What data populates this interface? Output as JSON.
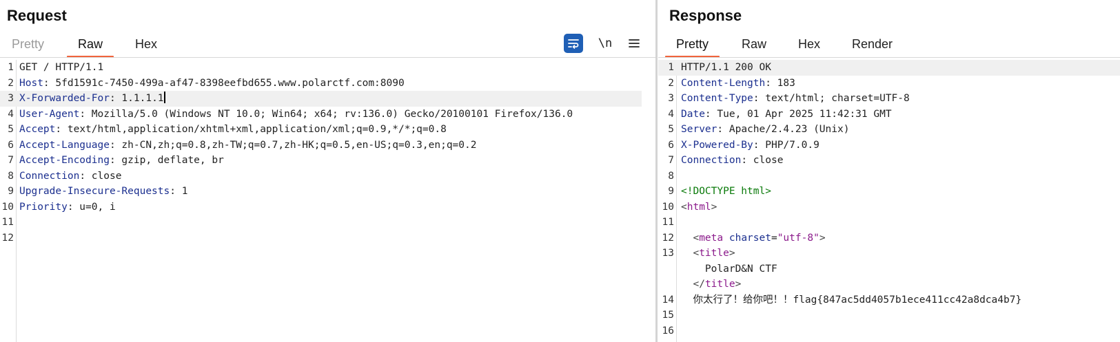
{
  "request": {
    "title": "Request",
    "tabs": [
      {
        "label": "Pretty",
        "state": "dim"
      },
      {
        "label": "Raw",
        "state": "active"
      },
      {
        "label": "Hex",
        "state": "normal"
      }
    ],
    "tools": {
      "newline_label": "\\n"
    },
    "lines": [
      {
        "n": "1",
        "text": "GET / HTTP/1.1"
      },
      {
        "n": "2",
        "name": "Host",
        "value": " 5fd1591c-7450-499a-af47-8398eefbd655.www.polarctf.com:8090"
      },
      {
        "n": "3",
        "name": "X-Forwarded-For",
        "value": " 1.1.1.1"
      },
      {
        "n": "4",
        "name": "User-Agent",
        "value": " Mozilla/5.0 (Windows NT 10.0; Win64; x64; rv:136.0) Gecko/20100101 Firefox/136.0"
      },
      {
        "n": "5",
        "name": "Accept",
        "value": " text/html,application/xhtml+xml,application/xml;q=0.9,*/*;q=0.8"
      },
      {
        "n": "6",
        "name": "Accept-Language",
        "value": " zh-CN,zh;q=0.8,zh-TW;q=0.7,zh-HK;q=0.5,en-US;q=0.3,en;q=0.2"
      },
      {
        "n": "7",
        "name": "Accept-Encoding",
        "value": " gzip, deflate, br"
      },
      {
        "n": "8",
        "name": "Connection",
        "value": " close"
      },
      {
        "n": "9",
        "name": "Upgrade-Insecure-Requests",
        "value": " 1"
      },
      {
        "n": "10",
        "name": "Priority",
        "value": " u=0, i"
      },
      {
        "n": "11",
        "text": ""
      },
      {
        "n": "12",
        "text": ""
      }
    ]
  },
  "response": {
    "title": "Response",
    "tabs": [
      {
        "label": "Pretty",
        "state": "active"
      },
      {
        "label": "Raw",
        "state": "normal"
      },
      {
        "label": "Hex",
        "state": "normal"
      },
      {
        "label": "Render",
        "state": "normal"
      }
    ],
    "lines": [
      {
        "n": "1",
        "text": "HTTP/1.1 200 OK"
      },
      {
        "n": "2",
        "name": "Content-Length",
        "value": " 183"
      },
      {
        "n": "3",
        "name": "Content-Type",
        "value": " text/html; charset=UTF-8"
      },
      {
        "n": "4",
        "name": "Date",
        "value": " Tue, 01 Apr 2025 11:42:31 GMT"
      },
      {
        "n": "5",
        "name": "Server",
        "value": " Apache/2.4.23 (Unix)"
      },
      {
        "n": "6",
        "name": "X-Powered-By",
        "value": " PHP/7.0.9"
      },
      {
        "n": "7",
        "name": "Connection",
        "value": " close"
      },
      {
        "n": "8",
        "text": ""
      },
      {
        "n": "9",
        "doctype": "<!DOCTYPE html>"
      },
      {
        "n": "10",
        "tag": "html"
      },
      {
        "n": "11",
        "text": ""
      },
      {
        "n": "12",
        "indent": "  ",
        "tag": "meta",
        "attr": "charset",
        "attrval": "\"utf-8\""
      },
      {
        "n": "13",
        "indent": "  ",
        "tag": "title"
      },
      {
        "n": "",
        "text": "    PolarD&N CTF"
      },
      {
        "n": "",
        "indent": "  ",
        "closetag": "title"
      },
      {
        "n": "14",
        "text": "  你太行了！给你吧！！flag{847ac5dd4057b1ece411cc42a8dca4b7}"
      },
      {
        "n": "15",
        "text": ""
      },
      {
        "n": "16",
        "text": ""
      }
    ]
  },
  "colors": {
    "accent": "#f0643c",
    "wrap_button": "#1f5fb5",
    "header_name": "#1b2f8f",
    "tag_name": "#8b1a8b",
    "doctype": "#0a7a0a"
  }
}
